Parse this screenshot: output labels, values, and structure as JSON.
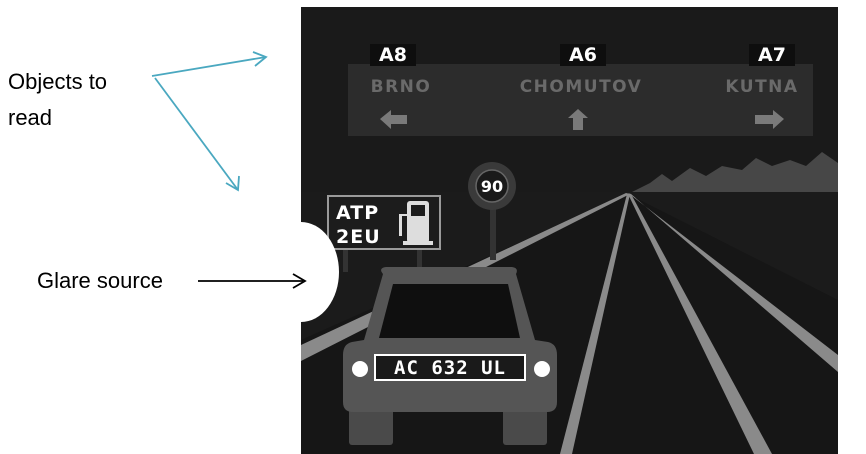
{
  "annotations": {
    "objects_line1": "Objects to",
    "objects_line2": "read",
    "glare": "Glare source"
  },
  "overhead_sign": {
    "destinations": [
      {
        "road": "A8",
        "city": "BRNO",
        "arrow": "left-arrow-icon"
      },
      {
        "road": "A6",
        "city": "CHOMUTOV",
        "arrow": "up-arrow-icon"
      },
      {
        "road": "A7",
        "city": "KUTNA",
        "arrow": "right-arrow-icon"
      }
    ]
  },
  "speed_sign": {
    "limit": "90"
  },
  "service_sign": {
    "line1": "ATP",
    "line2": "2EU",
    "icon": "fuel-pump-icon"
  },
  "car": {
    "plate": "AC 632 UL"
  },
  "colors": {
    "scene_background": "#1a1a1a",
    "annotation_arrow": "#4aa8c0",
    "sign_panel": "#2c2c2c",
    "car_body": "#555555"
  }
}
